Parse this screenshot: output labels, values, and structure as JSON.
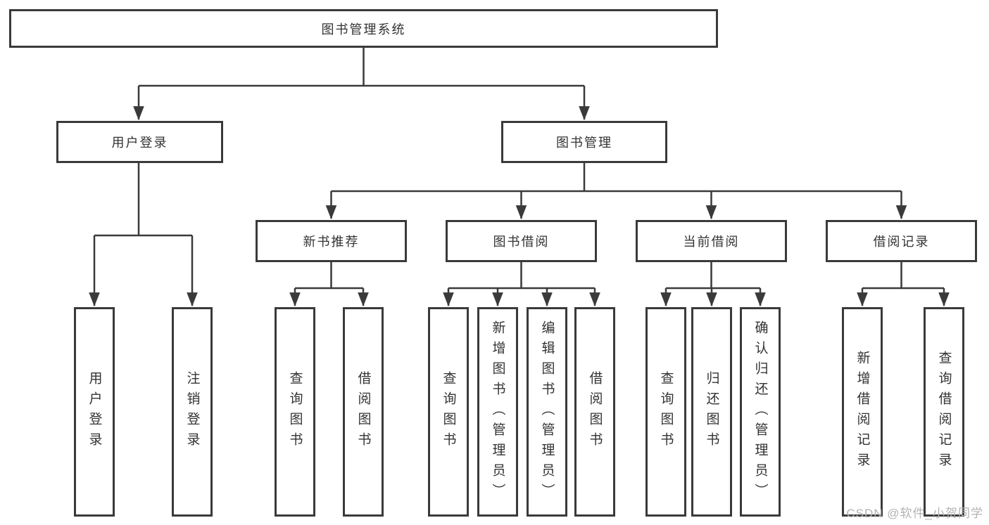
{
  "diagram": {
    "root": "图书管理系统",
    "level2": {
      "user_login": "用户登录",
      "book_management": "图书管理"
    },
    "level3": {
      "new_book_recommend": "新书推荐",
      "book_borrowing": "图书借阅",
      "current_borrowing": "当前借阅",
      "borrowing_records": "借阅记录"
    },
    "leaves": {
      "login": [
        "用户登录",
        "注销登录"
      ],
      "new_book": [
        "查询图书",
        "借阅图书"
      ],
      "borrowing": [
        "查询图书",
        "新增图书（管理员）",
        "编辑图书（管理员）",
        "借阅图书"
      ],
      "current": [
        "查询图书",
        "归还图书",
        "确认归还（管理员）"
      ],
      "records": [
        "新增借阅记录",
        "查询借阅记录"
      ]
    }
  },
  "watermark": "CSDN @软件_小贺同学",
  "colors": {
    "line": "#3a3a3a",
    "text": "#333333",
    "watermark": "#b3b3b3",
    "background": "#ffffff"
  }
}
